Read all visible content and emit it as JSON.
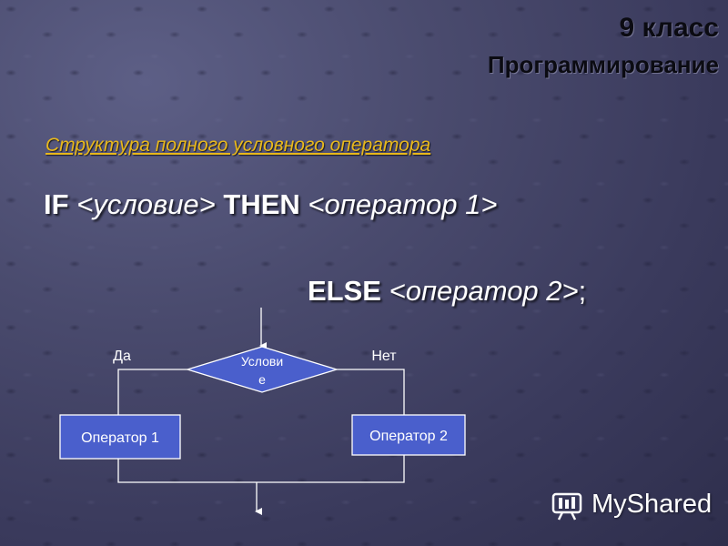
{
  "header": {
    "grade": "9 класс",
    "subject": "Программирование"
  },
  "topic": "Структура полного условного оператора",
  "code": {
    "if_kw": "IF",
    "condition": "<условие>",
    "then_kw": "THEN",
    "operator1": "<оператор 1>",
    "else_kw": "ELSE",
    "operator2": "<оператор 2>",
    "terminator": ";"
  },
  "flowchart": {
    "condition_line1": "Услови",
    "condition_line2": "е",
    "yes_label": "Да",
    "no_label": "Нет",
    "op1_label": "Оператор 1",
    "op2_label": "Оператор 2",
    "box_fill": "#4a5fcc",
    "line_color": "#ffffff"
  },
  "watermark": {
    "text": "MyShared",
    "icon": "myshared-logo-icon"
  }
}
